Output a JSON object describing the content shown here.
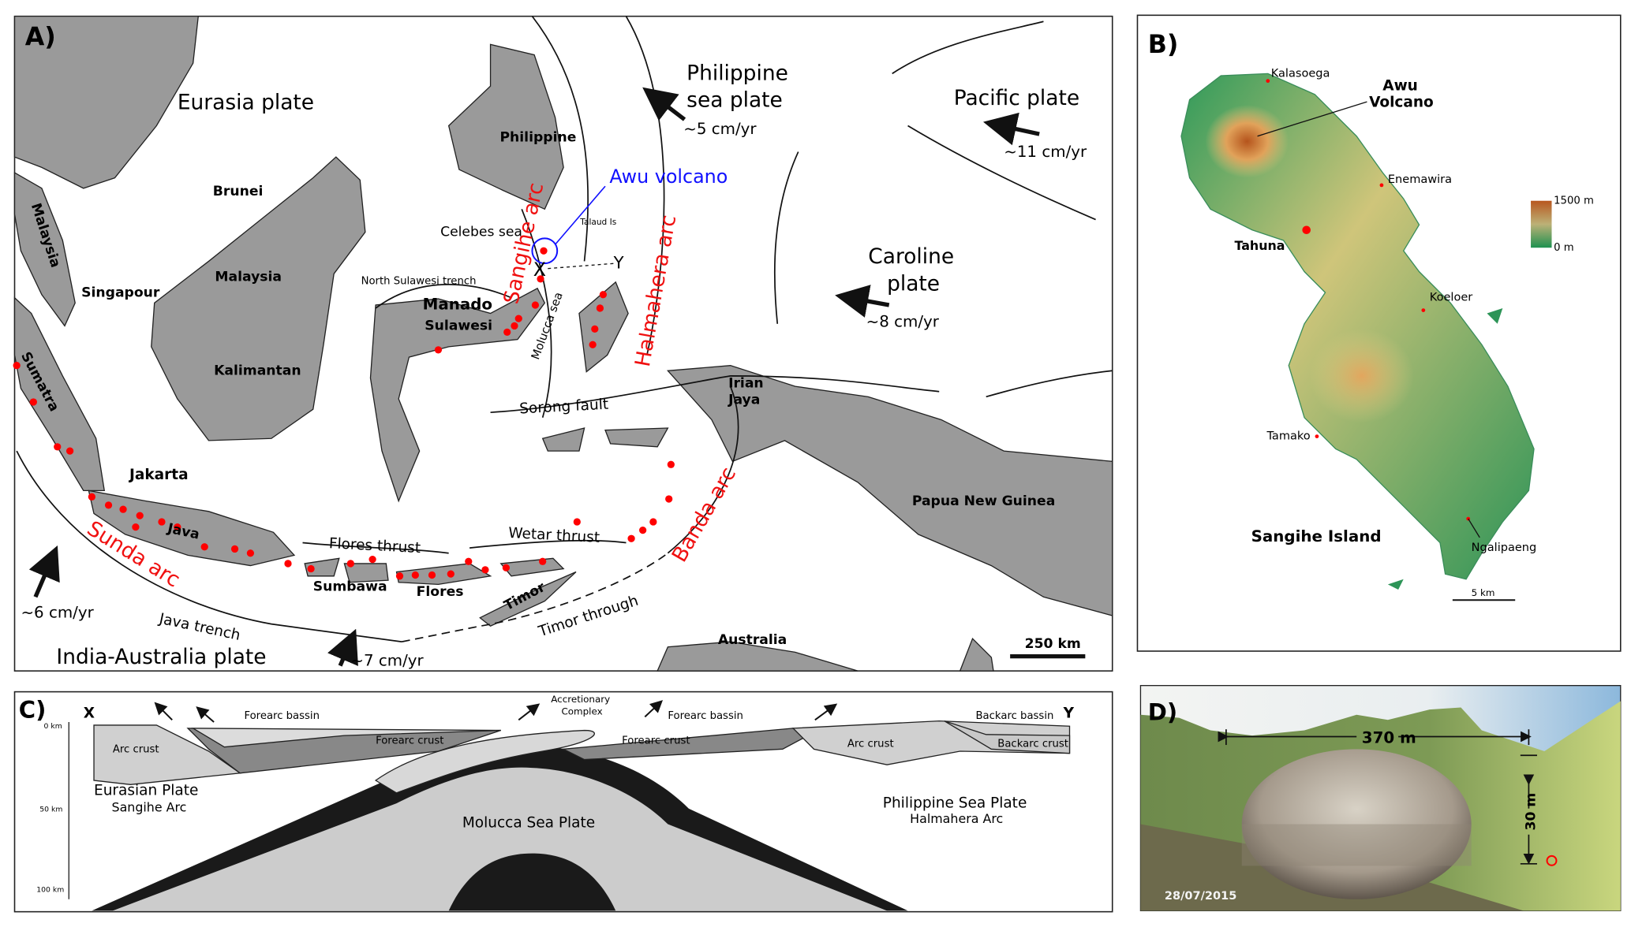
{
  "panel_a": {
    "label": "A)",
    "plates": {
      "eurasia": "Eurasia plate",
      "philippine_1": "Philippine",
      "philippine_2": "sea plate",
      "pacific": "Pacific plate",
      "caroline_1": "Caroline",
      "caroline_2": "plate",
      "india_australia": "India-Australia plate"
    },
    "rates": {
      "philippine": "~5 cm/yr",
      "pacific": "~11 cm/yr",
      "caroline": "~8 cm/yr",
      "india_west": "~6 cm/yr",
      "india_east": "~7 cm/yr"
    },
    "places": {
      "brunei": "Brunei",
      "malaysia_peninsula": "Malaysia",
      "malaysia_borneo": "Malaysia",
      "singapour": "Singapour",
      "kalimantan": "Kalimantan",
      "sumatra": "Sumatra",
      "jakarta": "Jakarta",
      "java": "Java",
      "sumbawa": "Sumbawa",
      "flores": "Flores",
      "timor": "Timor",
      "australia": "Australia",
      "papua": "Papua New Guinea",
      "irian_1": "Irian",
      "irian_2": "Jaya",
      "philippine": "Philippine",
      "manado": "Manado",
      "sulawesi": "Sulawesi",
      "celebes": "Celebes sea",
      "north_sulawesi_trench": "North Sulawesi trench",
      "molucca_sea": "Molucca sea",
      "talaud": "Talaud Is",
      "x": "X",
      "y": "Y"
    },
    "arcs": {
      "sangihe": "Sangihe arc",
      "halmahera": "Halmahera arc",
      "sunda": "Sunda arc",
      "banda": "Banda arc"
    },
    "faults": {
      "flores": "Flores thrust",
      "wetar": "Wetar thrust",
      "sorong": "Sorong fault",
      "java_trench": "Java trench",
      "timor": "Timor through"
    },
    "awu": "Awu volcano",
    "scale": "250 km",
    "colors": {
      "volcano": "#ff0000",
      "awu": "#1010ff",
      "arc": "#ff2020",
      "land": "#9a9a9a"
    }
  },
  "panel_b": {
    "label": "B)",
    "places": {
      "kalasoega": "Kalasoega",
      "awu_1": "Awu",
      "awu_2": "Volcano",
      "enemawira": "Enemawira",
      "tahuna": "Tahuna",
      "koeloer": "Koeloer",
      "tamako": "Tamako",
      "ngalipaeng": "Ngalipaeng"
    },
    "island": "Sangihe Island",
    "legend": {
      "max": "1500 m",
      "min": "0 m"
    },
    "scale": "5 km"
  },
  "panel_c": {
    "label": "C)",
    "x": "X",
    "y": "Y",
    "forearc_bassin_1": "Forearc bassin",
    "forearc_bassin_2": "Forearc bassin",
    "accretionary_1": "Accretionary",
    "accretionary_2": "Complex",
    "backarc_bassin": "Backarc bassin",
    "arc_crust_1": "Arc crust",
    "arc_crust_2": "Arc crust",
    "forearc_crust_1": "Forearc crust",
    "forearc_crust_2": "Forearc crust",
    "backarc_crust": "Backarc crust",
    "eurasian": "Eurasian Plate",
    "sangihe_arc": "Sangihe Arc",
    "molucca": "Molucca Sea Plate",
    "philippine": "Philippine Sea Plate",
    "halmahera": "Halmahera Arc",
    "depths": [
      "0 km",
      "50 km",
      "100 km"
    ]
  },
  "panel_d": {
    "label": "D)",
    "width": "370 m",
    "height": "30 m",
    "date": "28/07/2015"
  }
}
